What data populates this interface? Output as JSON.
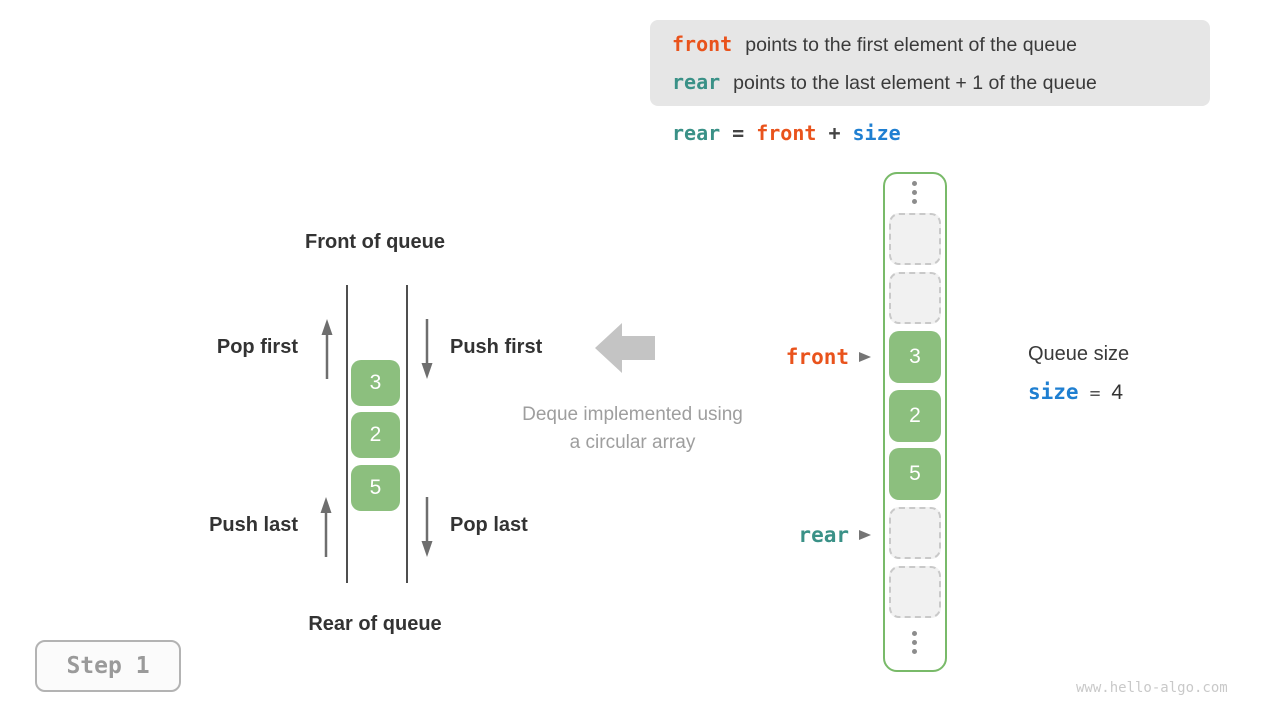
{
  "legend": {
    "lines": [
      {
        "code": "front",
        "text": "points to the first element of the queue"
      },
      {
        "code": "rear",
        "text": "points to the last element + 1 of the queue"
      }
    ]
  },
  "formula": {
    "rear": "rear",
    "eq": "=",
    "front": "front",
    "plus": "+",
    "size": "size"
  },
  "left_diagram": {
    "front_label": "Front of queue",
    "rear_label": "Rear of queue",
    "pop_first": "Pop first",
    "push_first": "Push first",
    "push_last": "Push last",
    "pop_last": "Pop last",
    "cells": [
      "3",
      "2",
      "5"
    ]
  },
  "caption": {
    "line1": "Deque implemented using",
    "line2": "a circular array"
  },
  "array": {
    "values": [
      "3",
      "2",
      "5"
    ]
  },
  "pointers": {
    "front": "front",
    "rear": "rear"
  },
  "queue_size": {
    "label": "Queue size",
    "code": "size",
    "eq": "=",
    "value": "4"
  },
  "step_badge": "Step 1",
  "watermark": "www.hello-algo.com",
  "colors": {
    "orange": "#e9531c",
    "teal": "#3a9187",
    "blue": "#1f7fd1",
    "green": "#8cbf7e",
    "green_border": "#79ba69",
    "arrow_gray": "#6e6e6e",
    "block_arrow": "#c4c4c4",
    "caption_gray": "#9e9e9e",
    "dark_text": "#333333",
    "legend_bg": "#e6e6e6"
  }
}
